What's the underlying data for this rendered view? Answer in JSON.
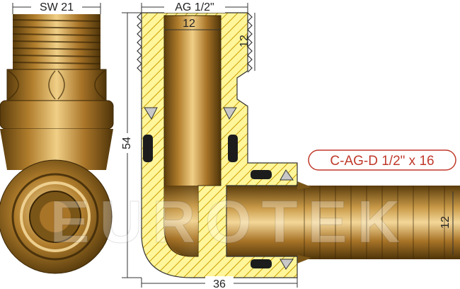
{
  "dimensions": {
    "wrench_size": "SW 21",
    "thread": "AG 1/2\"",
    "bore_top": "12",
    "thread_length": "12",
    "height": "54",
    "pipe_bore": "12",
    "width": "36"
  },
  "product_code": "C-AG-D 1/2\" x 16",
  "watermark": "EUROTEK",
  "colors": {
    "brass_dark": "#6b4a12",
    "brass_mid": "#b07d2c",
    "brass_light": "#e8c27a",
    "section_fill": "#fff59a",
    "label_border": "#c0392b",
    "label_text": "#c0392b"
  }
}
